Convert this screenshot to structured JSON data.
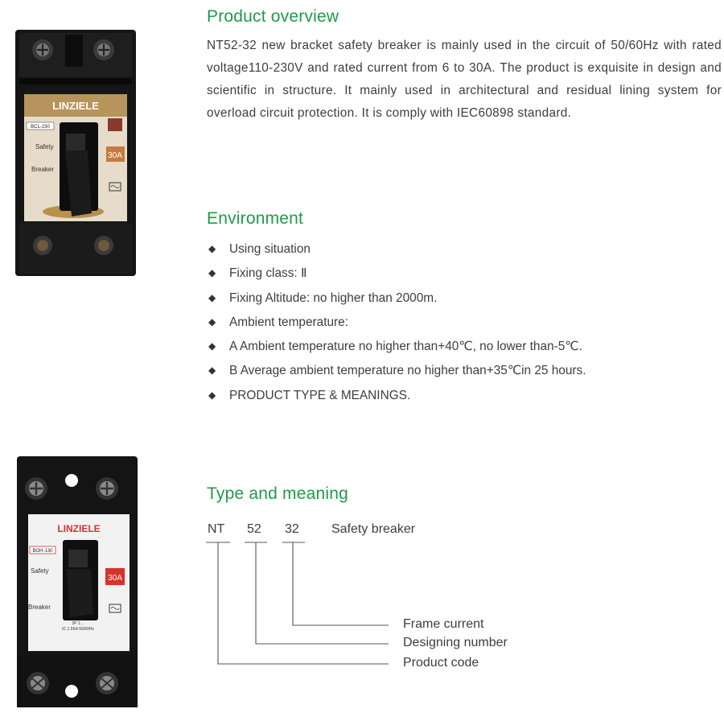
{
  "overview": {
    "heading": "Product overview",
    "text": "NT52-32 new bracket safety breaker is mainly used in the circuit of 50/60Hz with rated voltage110-230V and rated current from 6 to 30A. The product is exquisite in design and scientific in structure. It mainly used in architectural and residual lining system for overload circuit protection. It is comply with IEC60898 standard."
  },
  "environment": {
    "heading": "Environment",
    "bullet": "◆",
    "items": [
      "Using situation",
      "Fixing class: Ⅱ",
      "Fixing Altitude: no higher than 2000m.",
      "Ambient temperature:",
      "A Ambient temperature no higher than+40℃, no lower than-5℃.",
      "B Average ambient temperature no higher than+35℃in 25 hours.",
      "PRODUCT TYPE & MEANINGS."
    ]
  },
  "type_meaning": {
    "heading": "Type and meaning",
    "code_parts": [
      "NT",
      "52",
      "32"
    ],
    "product_name": "Safety breaker",
    "meanings": [
      "Frame current",
      "Designing number",
      "Product code"
    ]
  },
  "product1": {
    "brand": "LINZIELE",
    "model": "BCL-230",
    "label_safety": "Safety",
    "label_breaker": "Breaker",
    "rating": "30A"
  },
  "product2": {
    "brand": "LINZIELE",
    "model": "BOH-130",
    "label_safety": "Safety",
    "label_breaker": "Breaker",
    "rating": "30A",
    "spec_line1": "2P 1…",
    "spec_line2": "IC 1.5KA 50/60Hz"
  },
  "colors": {
    "heading_green": "#1f9a4a",
    "brand_red": "#d8322a",
    "body_text": "#3d3d3d"
  }
}
